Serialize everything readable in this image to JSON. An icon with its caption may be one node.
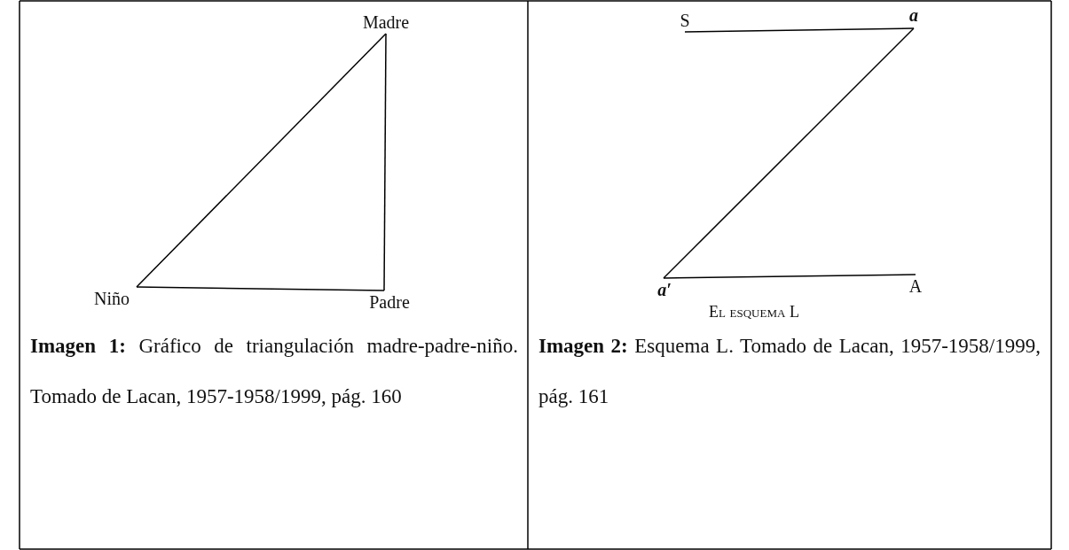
{
  "diagram": {
    "nodes": [
      {
        "text": [
          "Madre"
        ]
      },
      {
        "text": [
          "Niño"
        ]
      },
      {
        "text": [
          "Padre"
        ]
      },
      {
        "text": [
          "S"
        ]
      },
      {
        "text": [
          "a"
        ]
      },
      {
        "text": [
          "a′"
        ]
      },
      {
        "text": [
          "A"
        ]
      }
    ],
    "edges": [
      {
        "from": 0,
        "to": 1,
        "arrow": "none"
      },
      {
        "from": 1,
        "to": 2,
        "arrow": "none"
      },
      {
        "from": 2,
        "to": 0,
        "arrow": "none"
      },
      {
        "from": 3,
        "to": 4,
        "arrow": "none"
      },
      {
        "from": 4,
        "to": 5,
        "arrow": "none"
      },
      {
        "from": 5,
        "to": 6,
        "arrow": "none"
      }
    ],
    "labels": [
      "El esquema L",
      "**Imagen 1:** Gráfico de triangulación madre-padre-niño. Tomado de Lacan, 1957-1958/1999, pág. 160",
      "**Imagen 2:** Esquema L. Tomado de Lacan, 1957-1958/1999, pág. 161"
    ]
  }
}
